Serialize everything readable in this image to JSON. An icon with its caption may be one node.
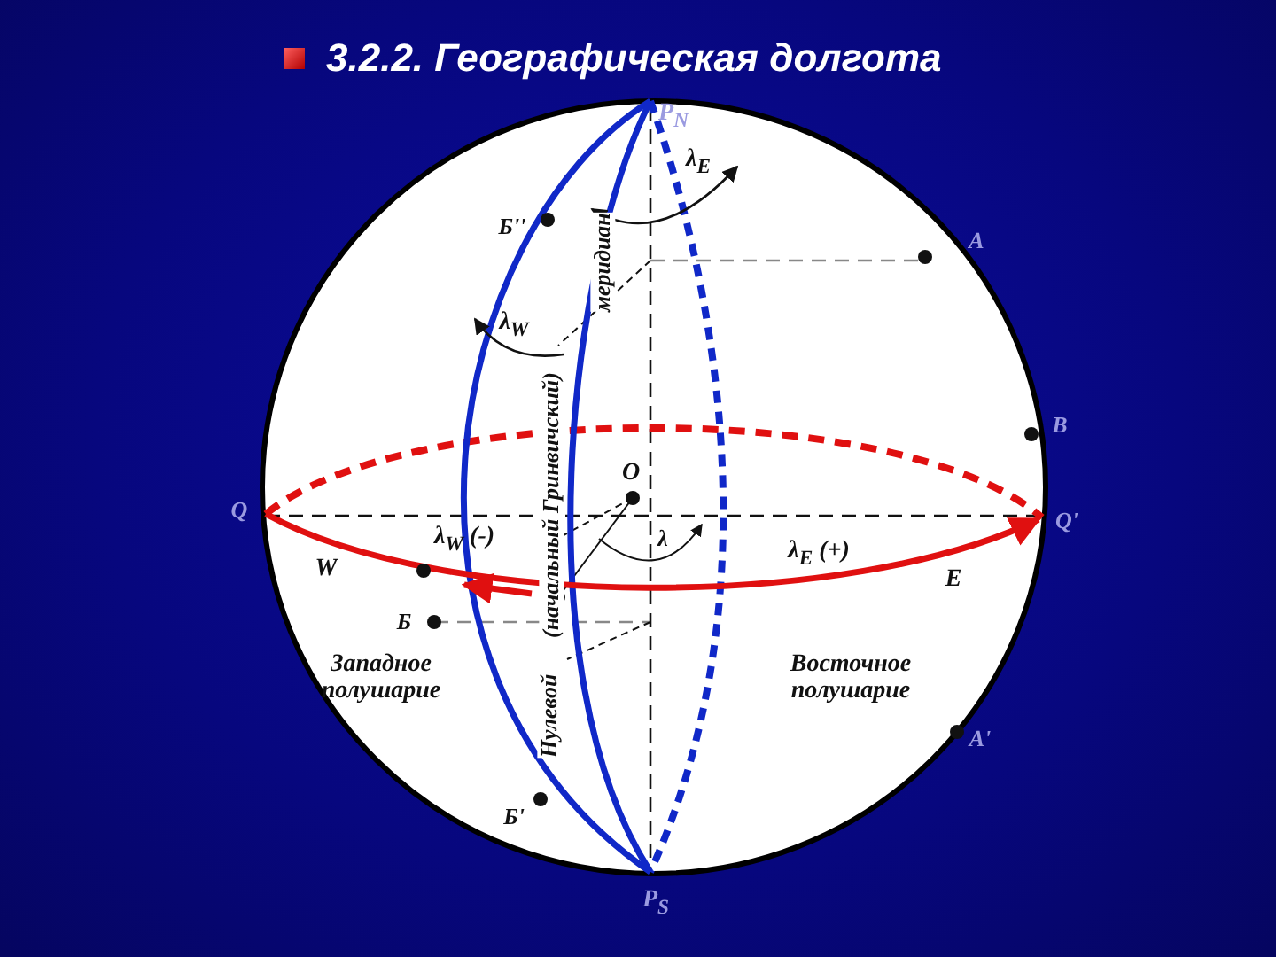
{
  "diagram": {
    "title": "3.2.2. Географическая долгота",
    "labels": [
      "P$_{N}$",
      "λ$_{E}$",
      "Б''",
      "A",
      "λ$_{W}$",
      "меридиан",
      "(начальный Гринвичский)",
      "B",
      "Q",
      "O",
      "Q'",
      "λ",
      "W",
      "λ$_{W}$ (-)",
      "λ$_{E}$ (+)",
      "E",
      "Б",
      "Западное полушарие",
      "Нулевой",
      "Восточное полушарие",
      "A'",
      "Б'",
      "P$_{S}$"
    ]
  }
}
